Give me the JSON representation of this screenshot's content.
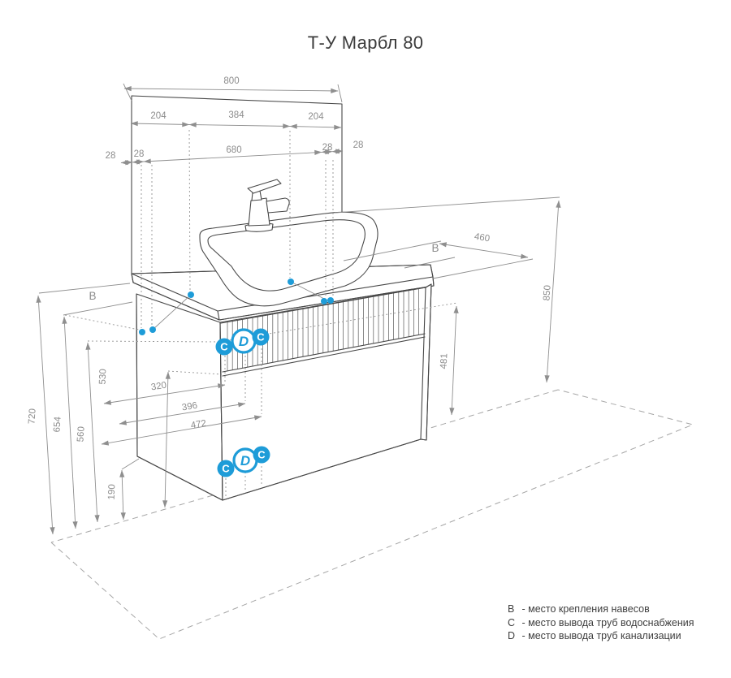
{
  "title": "Т-У Марбл 80",
  "dims": {
    "w800": "800",
    "w204l": "204",
    "w384": "384",
    "w204r": "204",
    "g28a": "28",
    "g28b": "28",
    "w680": "680",
    "g28c": "28",
    "g28d": "28",
    "d460": "460",
    "h850": "850",
    "h720": "720",
    "h654": "654",
    "h560": "560",
    "h530": "530",
    "h190": "190",
    "h481": "481",
    "x320": "320",
    "x396": "396",
    "x472": "472"
  },
  "markers": {
    "b": "B",
    "c": "C",
    "d": "D"
  },
  "legend": [
    {
      "key": "B",
      "text": "-  место крепления навесов"
    },
    {
      "key": "C",
      "text": "-  место вывода труб водоснабжения"
    },
    {
      "key": "D",
      "text": "-  место вывода труб канализации"
    }
  ],
  "colors": {
    "accent": "#1e9cd8",
    "outline": "#474747",
    "dimension": "#8f8f8f"
  }
}
